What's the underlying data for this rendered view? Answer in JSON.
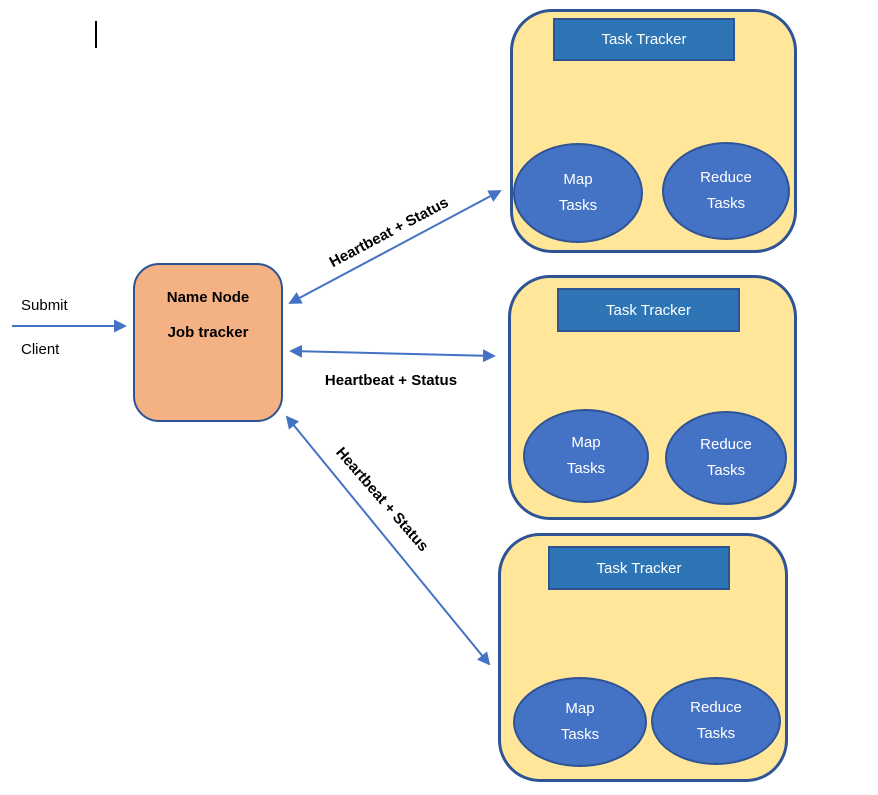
{
  "colors": {
    "node_fill": "#FFE699",
    "node_border": "#2F5496",
    "tracker_fill": "#2E75B6",
    "ellipse_fill": "#4472C4",
    "name_node_fill": "#F4B183",
    "arrow": "#4472C4",
    "label_text": "#000000",
    "shape_text": "#FFFFFF"
  },
  "client": {
    "submit": "Submit",
    "client": "Client"
  },
  "name_node": {
    "line1": "Name Node",
    "line2": "Job tracker"
  },
  "heartbeat_labels": [
    "Heartbeat + Status",
    "Heartbeat + Status",
    "Heartbeat + Status"
  ],
  "nodes": [
    {
      "tracker": "Task Tracker",
      "map": [
        "Map",
        "Tasks"
      ],
      "reduce": [
        "Reduce",
        "Tasks"
      ]
    },
    {
      "tracker": "Task Tracker",
      "map": [
        "Map",
        "Tasks"
      ],
      "reduce": [
        "Reduce",
        "Tasks"
      ]
    },
    {
      "tracker": "Task Tracker",
      "map": [
        "Map",
        "Tasks"
      ],
      "reduce": [
        "Reduce",
        "Tasks"
      ]
    }
  ]
}
